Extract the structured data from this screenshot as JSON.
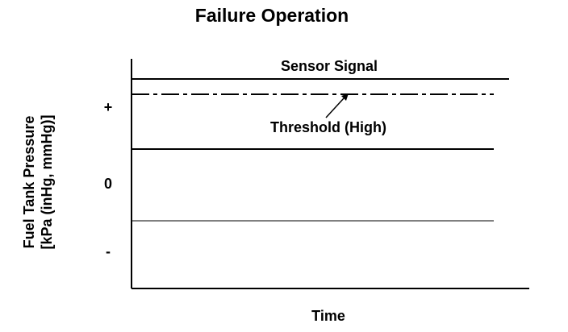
{
  "figure": {
    "title": "Failure Operation",
    "x_axis_label": "Time",
    "y_axis_label_line1": "Fuel Tank Pressure",
    "y_axis_label_line2": "[kPa (inHg, mmHg)]",
    "y_ticks": {
      "plus": "+",
      "zero": "0",
      "minus": "-"
    },
    "annotations": {
      "sensor_signal": "Sensor Signal",
      "threshold": "Threshold (High)"
    }
  }
}
